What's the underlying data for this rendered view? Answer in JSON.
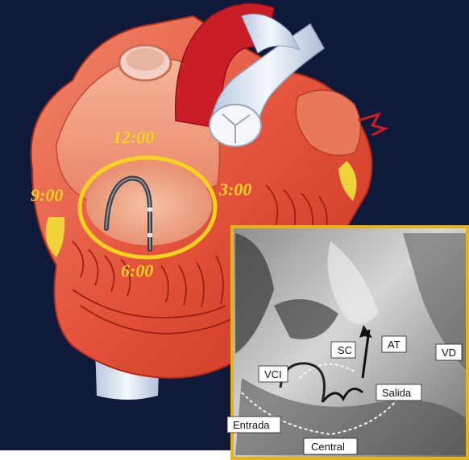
{
  "clock_labels": {
    "twelve": "12:00",
    "three": "3:00",
    "six": "6:00",
    "nine": "9:00"
  },
  "inset_labels": {
    "sc": "SC",
    "at": "AT",
    "vd": "VD",
    "vci": "VCI",
    "salida": "Salida",
    "entrada": "Entrada",
    "central": "Central"
  },
  "colors": {
    "background": "#0f1a3a",
    "highlight_ring": "#f5d21e",
    "inset_border": "#e8b21a",
    "heart_red": "#d8402c",
    "aorta_red": "#c91d28",
    "vessel_blue": "#dfe9f6"
  }
}
